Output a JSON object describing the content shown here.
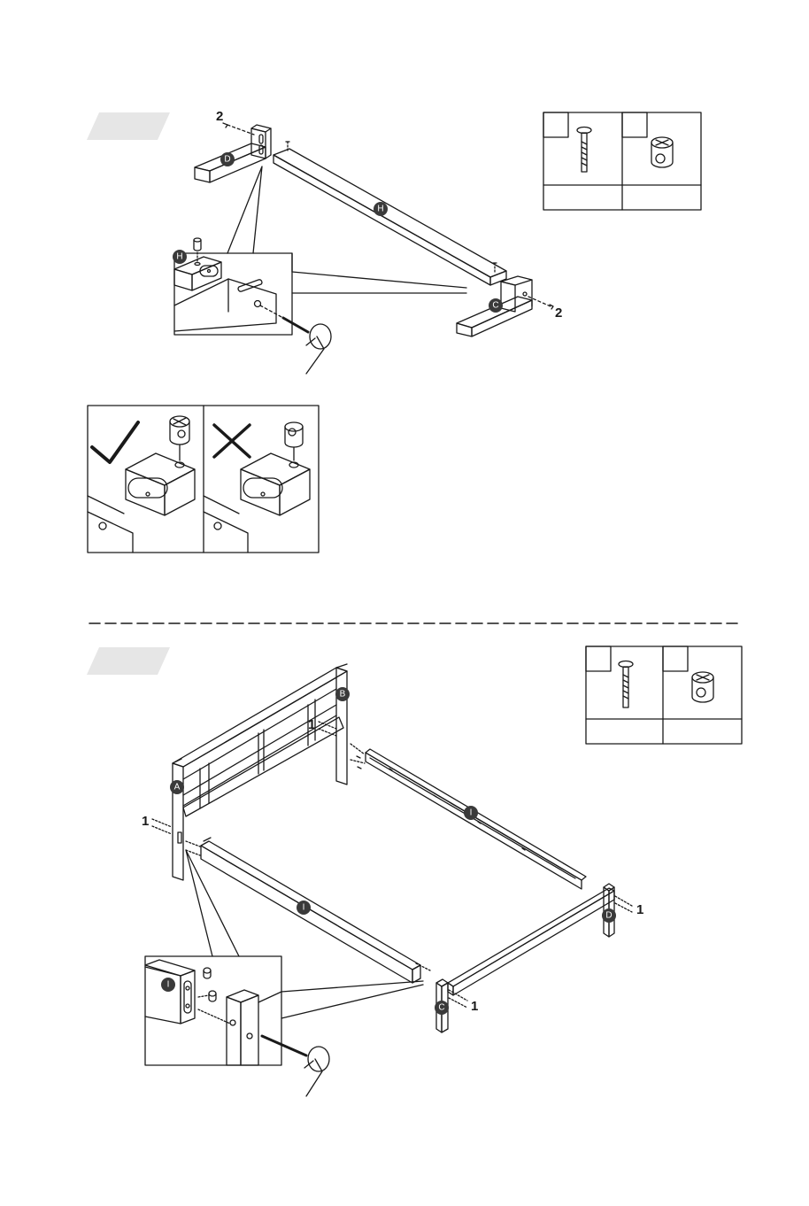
{
  "step1": {
    "parts": {
      "post_d": "D",
      "rail_h_top": "H",
      "rail_h_mid": "H",
      "post_c": "C",
      "detail_h": "H"
    },
    "bolt_qty_left": "2",
    "bolt_qty_right": "2"
  },
  "check": {
    "correct_symbol": "✓",
    "wrong_symbol": "✕"
  },
  "step2": {
    "parts": {
      "headboard_a": "A",
      "headboard_b": "B",
      "rail_i_right": "I",
      "rail_i_left": "I",
      "post_d": "D",
      "post_c": "C",
      "detail_i": "I"
    },
    "bolt_qty_left": "1",
    "bolt_qty_top": "1",
    "bolt_qty_right": "1",
    "bolt_qty_bottom": "1"
  },
  "colors": {
    "ink": "#1a1a1a",
    "tab": "#e6e6e6",
    "badge": "#3a3a3a"
  }
}
